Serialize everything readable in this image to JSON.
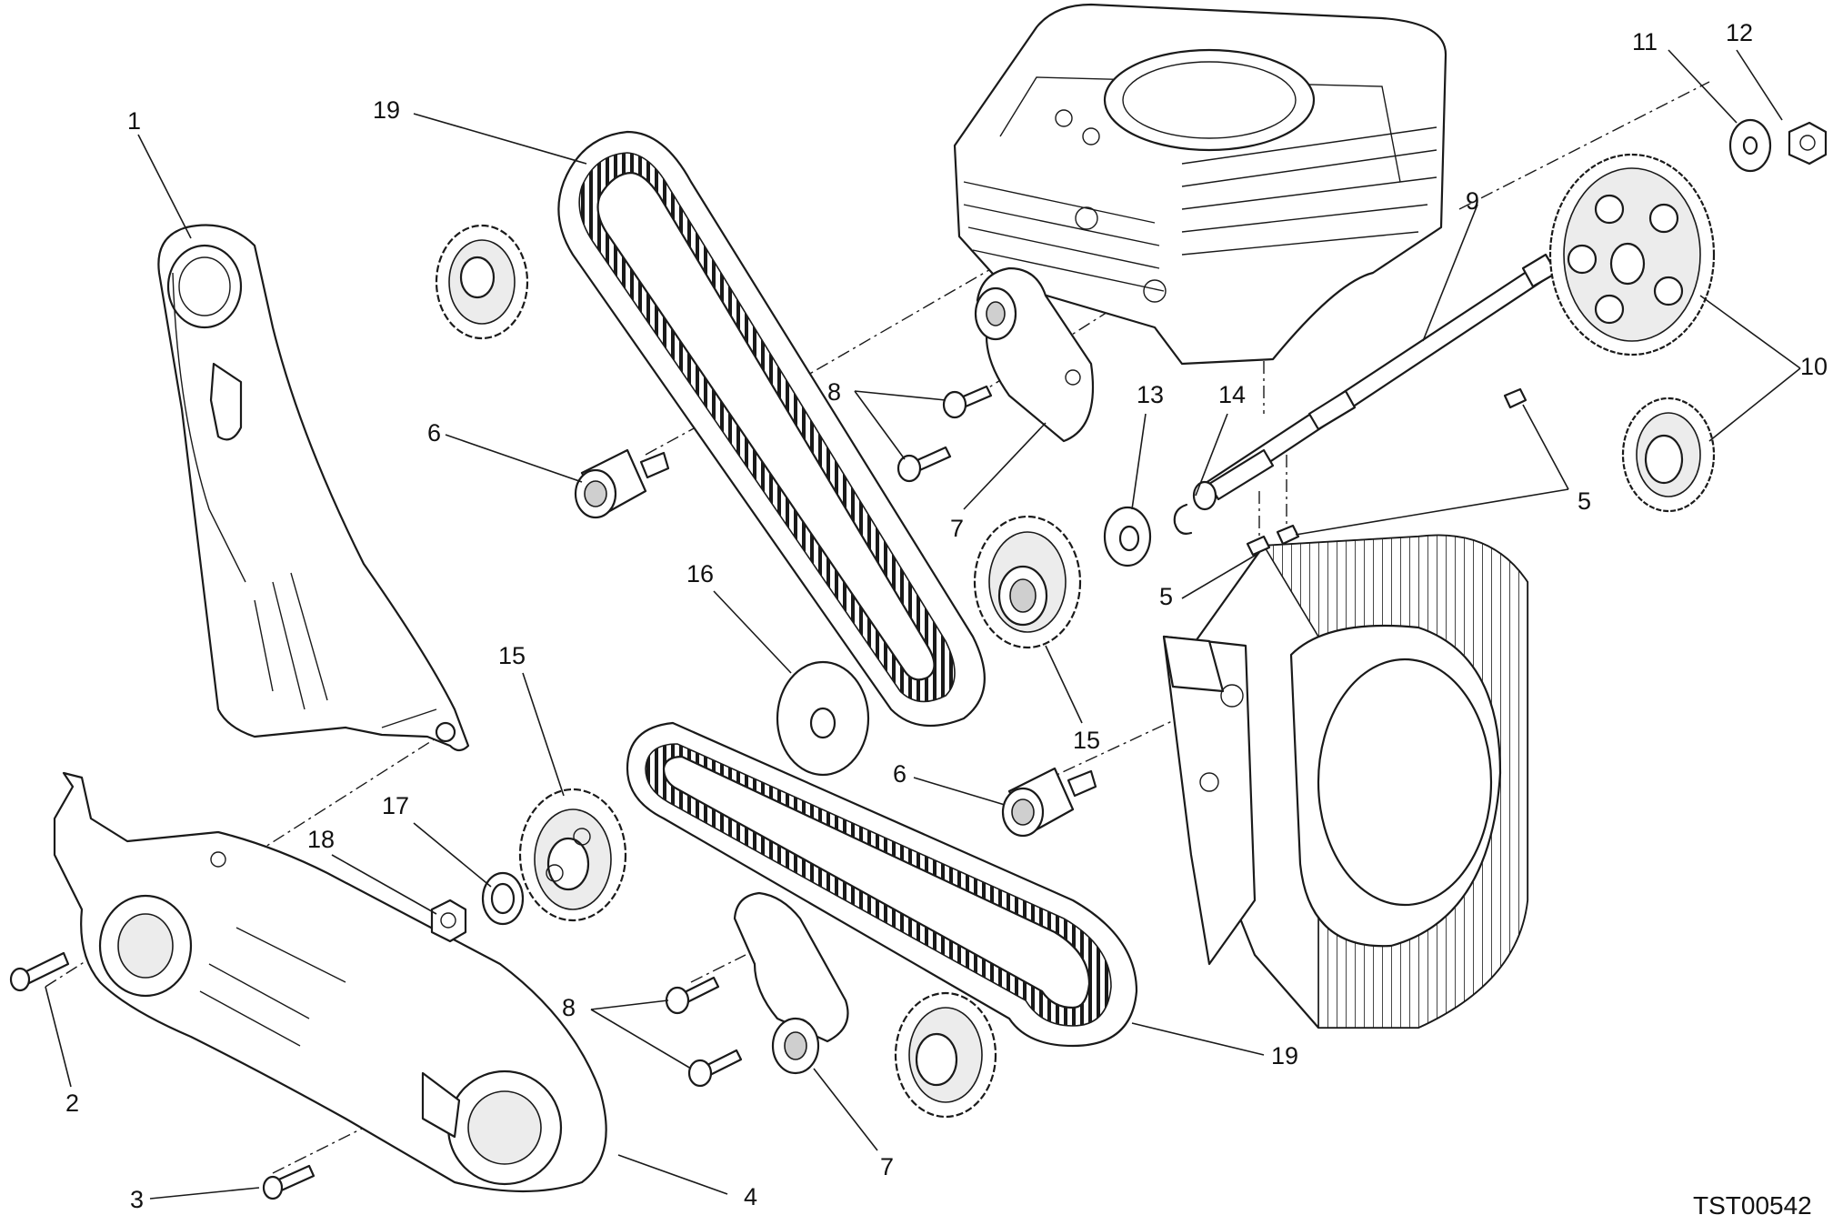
{
  "drawing": {
    "code": "TST00542",
    "callouts": {
      "c1": "1",
      "c2": "2",
      "c3": "3",
      "c4": "4",
      "c5a": "5",
      "c5b": "5",
      "c6a": "6",
      "c6b": "6",
      "c7a": "7",
      "c7b": "7",
      "c8a": "8",
      "c8b": "8",
      "c9": "9",
      "c10": "10",
      "c11": "11",
      "c12": "12",
      "c13": "13",
      "c14": "14",
      "c15a": "15",
      "c15b": "15",
      "c16": "16",
      "c17": "17",
      "c18": "18",
      "c19a": "19",
      "c19b": "19"
    }
  }
}
